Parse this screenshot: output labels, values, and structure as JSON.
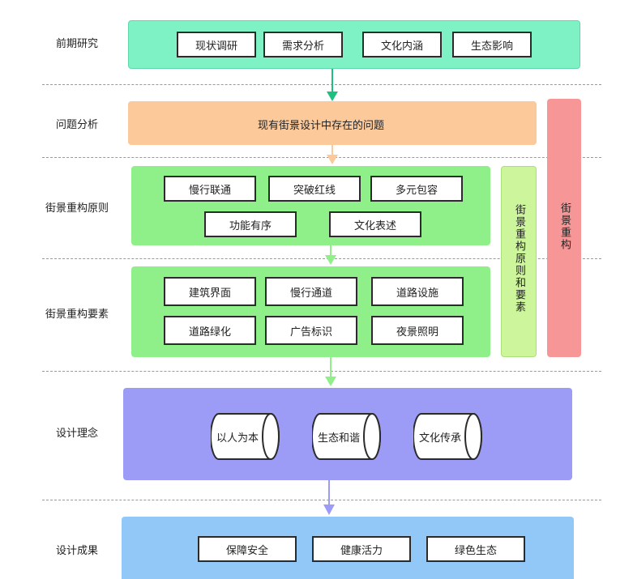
{
  "rows": {
    "r1": "前期研究",
    "r2": "问题分析",
    "r3": "街景重构原则",
    "r4": "街景重构要素",
    "r5": "设计理念",
    "r6": "设计成果"
  },
  "research": [
    "现状调研",
    "需求分析",
    "文化内涵",
    "生态影响"
  ],
  "problem": "现有街景设计中存在的问题",
  "principles": [
    "慢行联通",
    "突破红线",
    "多元包容",
    "功能有序",
    "文化表述"
  ],
  "elements": [
    "建筑界面",
    "慢行通道",
    "道路设施",
    "道路绿化",
    "广告标识",
    "夜景照明"
  ],
  "concepts": [
    "以人为本",
    "生态和谐",
    "文化传承"
  ],
  "outcomes": [
    "保障安全",
    "健康活力",
    "绿色生态"
  ],
  "side_green": "街景重构原则和要素",
  "side_red": "街景重构",
  "colors": {
    "research_panel": "#7ef2c4",
    "problem_panel": "#fbc99a",
    "green_panel": "#8ff08a",
    "side_green": "#cdf59c",
    "side_red": "#f79697",
    "concept_panel": "#9c9cf7",
    "outcome_panel": "#92c8f7"
  }
}
